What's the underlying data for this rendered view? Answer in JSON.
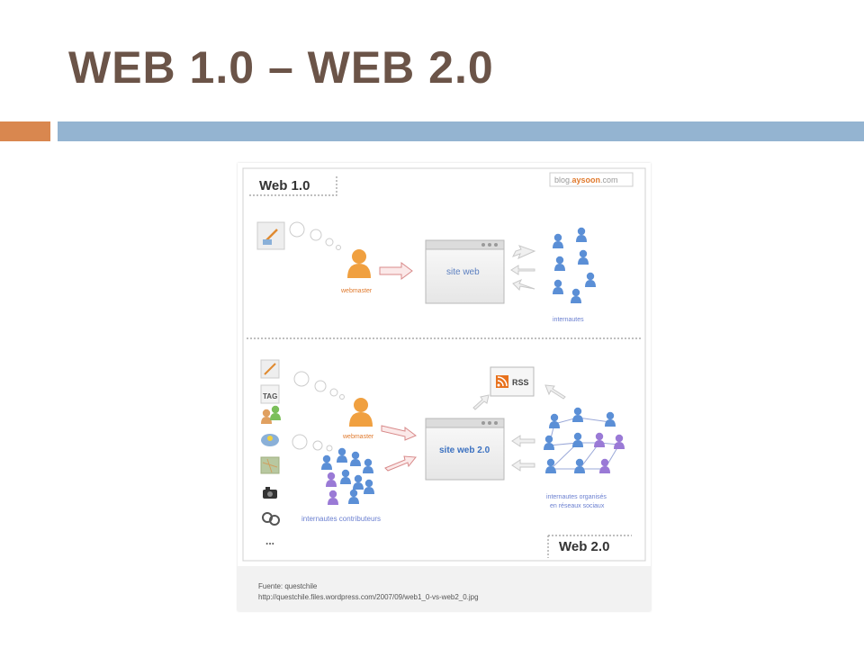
{
  "slide": {
    "title": "WEB 1.0 – WEB 2.0"
  },
  "colors": {
    "title": "#6b5448",
    "accent_orange": "#d9874f",
    "accent_blue": "#94b4d1",
    "user_blue": "#5b8fd6",
    "user_purple": "#9a7ad6",
    "webmaster_orange": "#f0a040",
    "label_blue": "#6a7fd0"
  },
  "figure": {
    "web1": {
      "panel_label": "Web 1.0",
      "source_tag_prefix": "blog.",
      "source_tag_brand": "aysoon",
      "source_tag_suffix": ".com",
      "webmaster_label": "webmaster",
      "site_label": "site web",
      "users_label": "internautes"
    },
    "web2": {
      "panel_label": "Web 2.0",
      "webmaster_label": "webmaster",
      "site_label": "site web 2.0",
      "rss_label": "RSS",
      "tool_tag_label": "TAG",
      "tools_more_label": "...",
      "contributors_label": "internautes contributeurs",
      "social_label_line1": "internautes organisés",
      "social_label_line2": "en réseaux sociaux"
    },
    "caption": {
      "line1": "Fuente: questchile",
      "line2": "http://questchile.files.wordpress.com/2007/09/web1_0-vs-web2_0.jpg"
    }
  }
}
